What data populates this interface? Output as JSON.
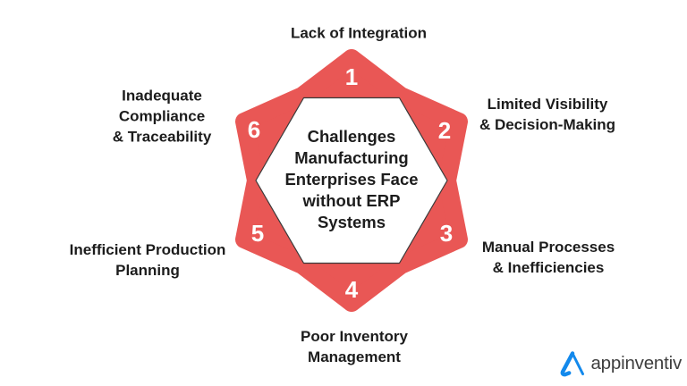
{
  "title": {
    "text": "Challenges\nManufacturing\nEnterprises Face\nwithout ERP\nSystems"
  },
  "points": [
    {
      "number": "1",
      "label": "Lack of Integration"
    },
    {
      "number": "2",
      "label": "Limited Visibility\n& Decision-Making"
    },
    {
      "number": "3",
      "label": "Manual Processes\n& Inefficiencies"
    },
    {
      "number": "4",
      "label": "Poor Inventory\nManagement"
    },
    {
      "number": "5",
      "label": "Inefficient Production\nPlanning"
    },
    {
      "number": "6",
      "label": "Inadequate\nCompliance\n& Traceability"
    }
  ],
  "colors": {
    "star_red": "#E95755",
    "number_white": "#FFFFFF",
    "hexagon_fill": "#FFFFFF",
    "hexagon_stroke": "#3A3A3A",
    "label_black": "#1C1C1C",
    "logo_blue": "#1389EC",
    "logo_text_gray": "#3E3E3E",
    "background": "#FFFFFF"
  },
  "logo": {
    "name": "appinventiv"
  }
}
